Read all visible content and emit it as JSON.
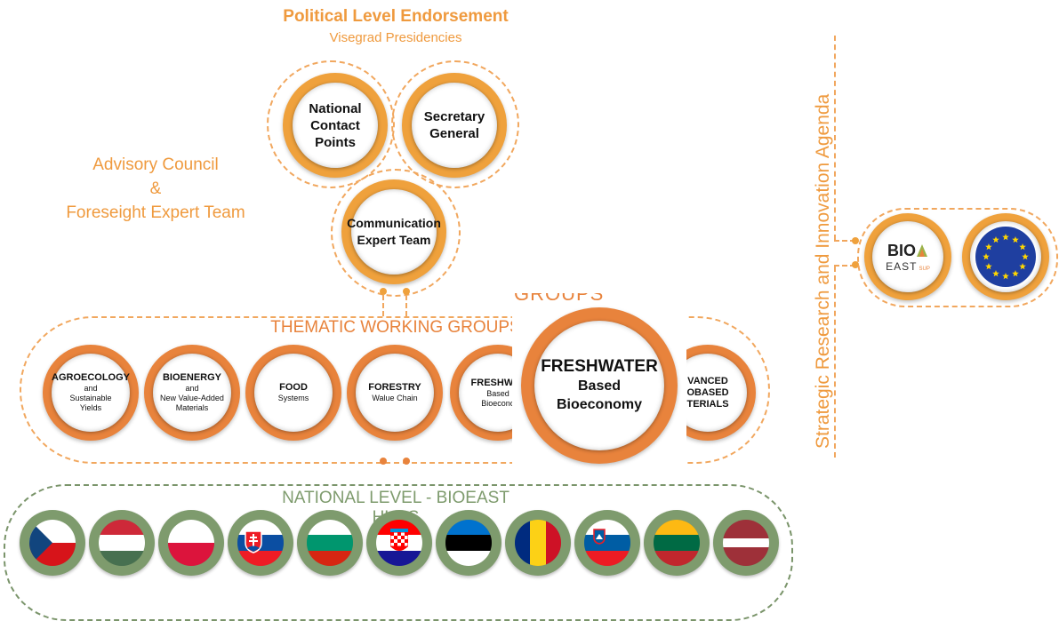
{
  "political": {
    "title": "Political Level Endorsement",
    "subtitle": "Visegrad Presidencies"
  },
  "advisory": {
    "line1": "Advisory Council",
    "line2": "&",
    "line3": "Foreseight Expert Team"
  },
  "top_circles": [
    {
      "line1": "National",
      "line2": "Contact Points"
    },
    {
      "line1": "Secretary",
      "line2": "General"
    },
    {
      "line1": "Communication",
      "line2": "Expert Team"
    }
  ],
  "thematic": {
    "title": "THEMATIC WORKING GROUPS",
    "overlap_text": "GROUPS",
    "groups": [
      {
        "main": "AGROECOLOGY",
        "sub": "and\nSustainable\nYields"
      },
      {
        "main": "BIOENERGY",
        "sub": "and\nNew Value-Added\nMaterials"
      },
      {
        "main": "FOOD",
        "sub": "Systems"
      },
      {
        "main": "FORESTRY",
        "sub": "Walue Chain"
      },
      {
        "main": "FRESHWAT",
        "sub": "Based\nBioecono"
      },
      {
        "main": "VANCED",
        "sub": "OBASED\nTERIALS"
      }
    ],
    "highlight": {
      "line1": "FRESHWATER",
      "line2": "Based",
      "line3": "Bioeconomy"
    }
  },
  "national": {
    "title": "NATIONAL LEVEL - BIOEAST HUBS"
  },
  "flags": [
    {
      "name": "czech-flag"
    },
    {
      "name": "hungary-flag"
    },
    {
      "name": "poland-flag"
    },
    {
      "name": "slovakia-flag"
    },
    {
      "name": "bulgaria-flag"
    },
    {
      "name": "croatia-flag"
    },
    {
      "name": "estonia-flag"
    },
    {
      "name": "romania-flag"
    },
    {
      "name": "slovenia-flag"
    },
    {
      "name": "lithuania-flag"
    },
    {
      "name": "latvia-flag"
    }
  ],
  "agenda": {
    "text": "Strategic Research and Innovation Agenda"
  },
  "logos": {
    "bio": "BIO",
    "east": "EAST",
    "sup": "SUP"
  },
  "colors": {
    "orange": "#EFA13C",
    "dark_orange": "#E8833C",
    "green": "#7E9B6D",
    "eu_blue": "#1F3FA0",
    "eu_star": "#FFD700"
  }
}
